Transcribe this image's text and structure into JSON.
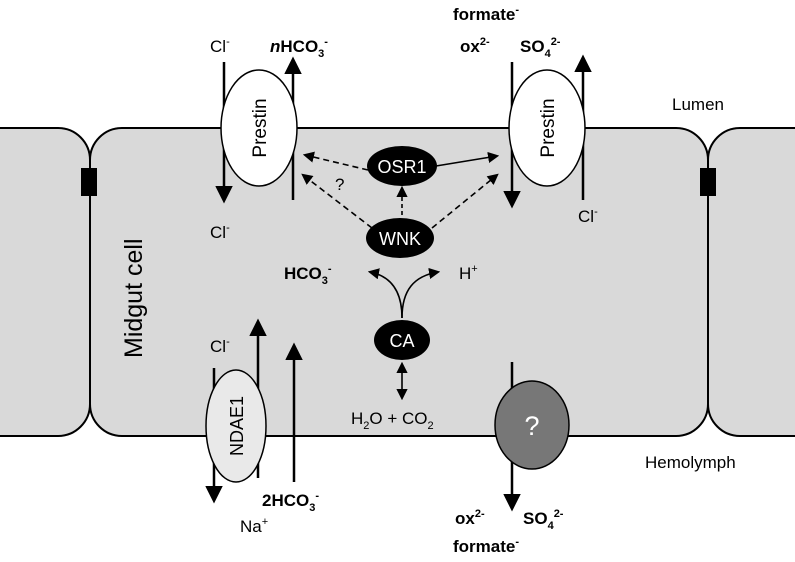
{
  "colors": {
    "cell_fill": "#d9d9d9",
    "outline": "#000000",
    "enzyme_fill": "#000000",
    "unknown_transporter_fill": "#777777",
    "transporter_fill": "#ffffff"
  },
  "regions": {
    "lumen": "Lumen",
    "hemolymph": "Hemolymph",
    "cell": "Midgut cell"
  },
  "transporters": {
    "prestin_left": {
      "label": "Prestin",
      "top_left": "Cl",
      "top_left_sup": "-",
      "top_right_prefix": "n",
      "top_right": "HCO",
      "top_right_sub": "3",
      "top_right_sup": "-",
      "bottom_left": "Cl",
      "bottom_left_sup": "-"
    },
    "prestin_right": {
      "label": "Prestin",
      "top1": "formate",
      "top1_sup": "-",
      "top2_a": "ox",
      "top2_a_sup": "2-",
      "top2_b": "SO",
      "top2_b_sub": "4",
      "top2_b_sup": "2-",
      "bottom_right": "Cl",
      "bottom_right_sup": "-"
    },
    "ndae1": {
      "label": "NDAE1",
      "top_left": "Cl",
      "top_left_sup": "-",
      "bottom_left": "Na",
      "bottom_left_sup": "+",
      "bottom_right": "2HCO",
      "bottom_right_sub": "3",
      "bottom_right_sup": "-"
    },
    "unknown": {
      "label": "?",
      "bottom1_a": "ox",
      "bottom1_a_sup": "2-",
      "bottom1_b": "SO",
      "bottom1_b_sub": "4",
      "bottom1_b_sup": "2-",
      "bottom2": "formate",
      "bottom2_sup": "-"
    }
  },
  "enzymes": {
    "osr1": "OSR1",
    "wnk": "WNK",
    "ca": "CA"
  },
  "molecules": {
    "hco3": "HCO",
    "hco3_sub": "3",
    "hco3_sup": "-",
    "h": "H",
    "h_sup": "+",
    "h2o": "H",
    "h2o_sub": "2",
    "h2o_rest": "O + CO",
    "co2_sub": "2"
  },
  "question_mark": "?"
}
